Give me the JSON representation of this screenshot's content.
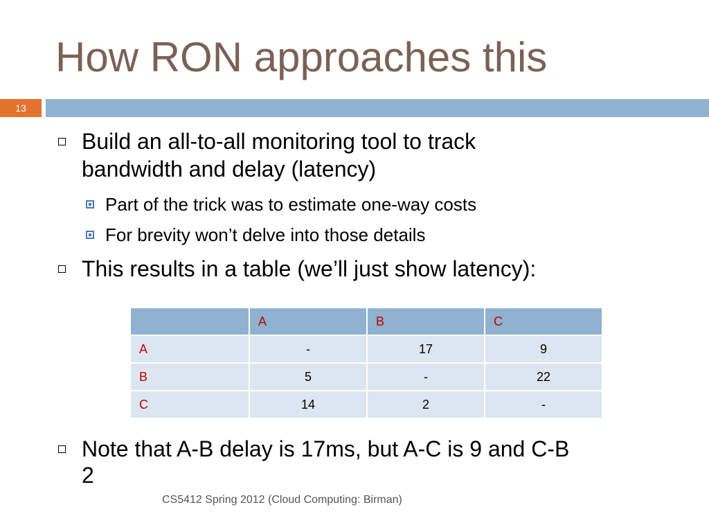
{
  "slide": {
    "title": "How RON approaches this",
    "slide_number": "13",
    "bullets": {
      "b1": "Build an all-to-all monitoring tool to track",
      "b1_cont": "bandwidth and delay (latency)",
      "sub1": "Part of the trick was to estimate one-way costs",
      "sub2": "For brevity won’t delve into those details",
      "b2": "This results in a table (we’ll just show latency):",
      "b3": "Note that A-B delay is 17ms, but A-C is 9 and C-B",
      "b3_cont": "2"
    },
    "table": {
      "headers": [
        "",
        "A",
        "B",
        "C"
      ],
      "rows": [
        [
          "A",
          "-",
          "17",
          "9"
        ],
        [
          "B",
          "5",
          "-",
          "22"
        ],
        [
          "C",
          "14",
          "2",
          "-"
        ]
      ]
    },
    "footer": "CS5412 Spring 2012 (Cloud Computing: Birman)"
  },
  "colors": {
    "title": "#7b6155",
    "accent_band": "#8fb2d0",
    "slide_number_box": "#e4732d",
    "table_label_red": "#c00000",
    "table_body": "#dce6f0"
  }
}
